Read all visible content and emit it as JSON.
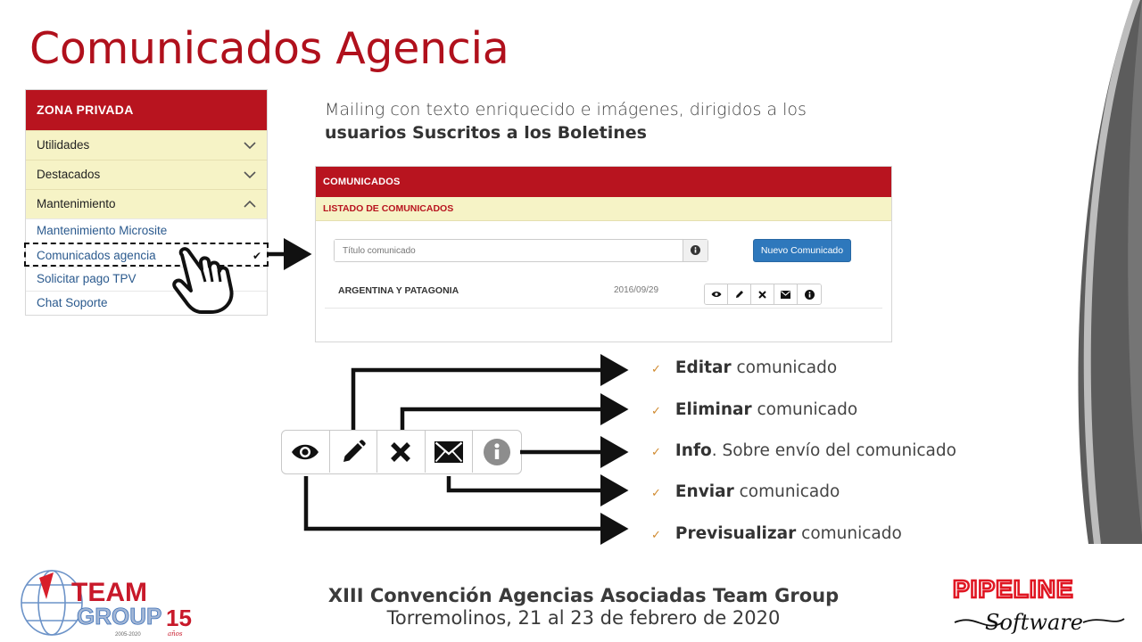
{
  "slide": {
    "title": "Comunicados Agencia"
  },
  "sidebar": {
    "header": "ZONA PRIVADA",
    "groups": [
      {
        "label": "Utilidades",
        "state": "collapsed"
      },
      {
        "label": "Destacados",
        "state": "collapsed"
      },
      {
        "label": "Mantenimiento",
        "state": "expanded"
      }
    ],
    "subitems": [
      {
        "label": "Mantenimiento Microsite"
      },
      {
        "label": "Comunicados agencia",
        "selected": true
      },
      {
        "label": "Solicitar pago TPV"
      },
      {
        "label": "Chat Soporte"
      }
    ],
    "check_glyph": "✔"
  },
  "description": {
    "line1": "Mailing con texto enriquecido e imágenes, dirigidos a los",
    "line2_bold": "usuarios Suscritos a los Boletines"
  },
  "panel": {
    "header": "COMUNICADOS",
    "subheader": "LISTADO DE COMUNICADOS",
    "search_placeholder": "Título comunicado",
    "new_button": "Nuevo Comunicado",
    "rows": [
      {
        "name": "ARGENTINA Y PATAGONIA",
        "date": "2016/09/29"
      }
    ]
  },
  "actions": [
    "eye-icon",
    "pencil-icon",
    "x-icon",
    "envelope-icon",
    "info-icon"
  ],
  "legend": [
    {
      "bold": "Editar",
      "rest": " comunicado"
    },
    {
      "bold": "Eliminar",
      "rest": " comunicado"
    },
    {
      "bold": "Info",
      "rest": ". Sobre envío del comunicado"
    },
    {
      "bold": "Enviar",
      "rest": " comunicado"
    },
    {
      "bold": "Previsualizar",
      "rest": " comunicado"
    }
  ],
  "footer": {
    "line1": "XIII Convención Agencias Asociadas Team Group",
    "line2": "Torremolinos, 21 al 23 de febrero de 2020"
  },
  "logos": {
    "team_group": {
      "line1": "TEAM",
      "line2": "GROUP",
      "years": "15",
      "years_word": "años",
      "range": "2005-2020"
    },
    "pipeline": {
      "word": "PIPELINE",
      "script": "Software"
    }
  },
  "colors": {
    "brand_red": "#b8141f",
    "row_yellow": "#f6f3c6",
    "button_blue": "#2e78bc",
    "tick_orange": "#d08a2f"
  }
}
